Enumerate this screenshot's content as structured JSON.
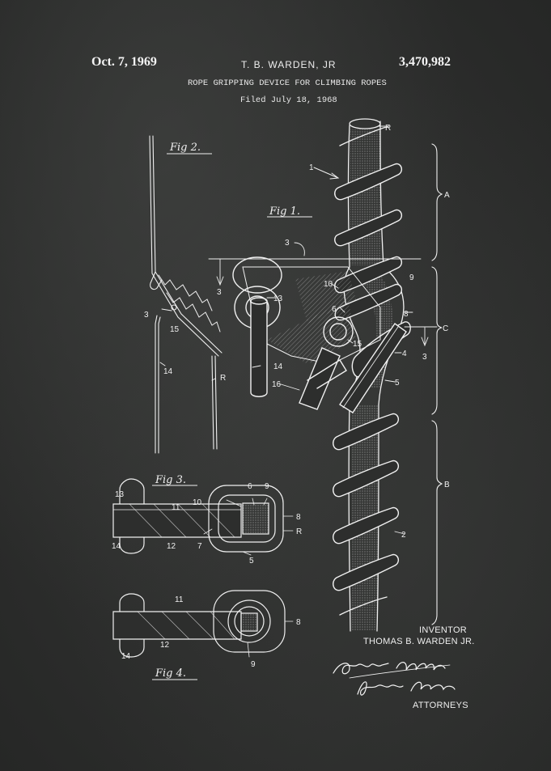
{
  "header": {
    "date": "Oct. 7, 1969",
    "inventor_header": "T. B. WARDEN, JR",
    "patent_number": "3,470,982",
    "title": "ROPE GRIPPING DEVICE FOR CLIMBING ROPES",
    "filed": "Filed July 18, 1968"
  },
  "figures": {
    "fig1": "Fig 1.",
    "fig2": "Fig 2.",
    "fig3": "Fig 3.",
    "fig4": "Fig 4."
  },
  "reference_numerals": {
    "R": "R",
    "n1": "1",
    "A": "A",
    "B": "B",
    "C": "C",
    "n2": "2",
    "n3": "3",
    "n4": "4",
    "n5": "5",
    "n6": "6",
    "n7": "7",
    "n8": "8",
    "n9": "9",
    "n10": "10",
    "n11": "11",
    "n12": "12",
    "n13": "13",
    "n14": "14",
    "n15": "15",
    "n16": "16"
  },
  "signature_block": {
    "inventor_label": "INVENTOR",
    "inventor_name": "THOMAS B. WARDEN JR.",
    "attorneys_label": "ATTORNEYS"
  },
  "colors": {
    "background": "#2a2b2a",
    "chalk": "#f2f2f2"
  }
}
